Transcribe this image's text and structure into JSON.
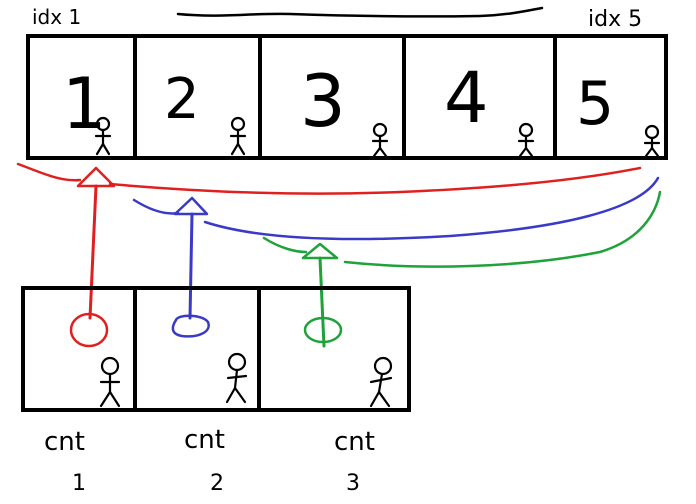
{
  "top_labels": {
    "left": "idx 1",
    "right": "idx 5"
  },
  "top_cells": [
    {
      "digit": "1"
    },
    {
      "digit": "2"
    },
    {
      "digit": "3"
    },
    {
      "digit": "4"
    },
    {
      "digit": "5"
    }
  ],
  "bottom_cells": [
    {
      "label": "cnt",
      "number": "1",
      "color": "#e0201e"
    },
    {
      "label": "cnt",
      "number": "2",
      "color": "#3a3ac8"
    },
    {
      "label": "cnt",
      "number": "3",
      "color": "#1fa23a"
    }
  ],
  "colors": {
    "ink": "#000000",
    "red": "#e0201e",
    "blue": "#3a3ac8",
    "green": "#1fa23a"
  },
  "icons": [
    "stick-figure-icon",
    "arrow-up-icon",
    "brace-icon"
  ]
}
